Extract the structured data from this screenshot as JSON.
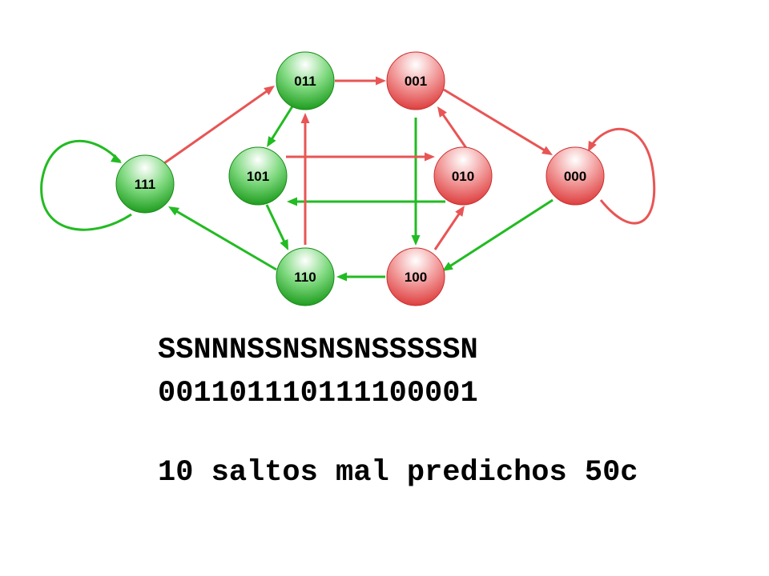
{
  "colors": {
    "green_arrow": "#22bb22",
    "red_arrow": "#e85555",
    "green_node": "#22aa22",
    "red_node": "#e84a4a"
  },
  "nodes": [
    {
      "id": "011",
      "label": "011",
      "color": "green"
    },
    {
      "id": "001",
      "label": "001",
      "color": "red"
    },
    {
      "id": "111",
      "label": "111",
      "color": "green"
    },
    {
      "id": "101",
      "label": "101",
      "color": "green"
    },
    {
      "id": "010",
      "label": "010",
      "color": "red"
    },
    {
      "id": "000",
      "label": "000",
      "color": "red"
    },
    {
      "id": "110",
      "label": "110",
      "color": "green"
    },
    {
      "id": "100",
      "label": "100",
      "color": "red"
    }
  ],
  "edges": [
    {
      "from": "111",
      "to": "011",
      "color": "red"
    },
    {
      "from": "011",
      "to": "001",
      "color": "red"
    },
    {
      "from": "011",
      "to": "101",
      "color": "green"
    },
    {
      "from": "001",
      "to": "000",
      "color": "red"
    },
    {
      "from": "001",
      "to": "100",
      "color": "green"
    },
    {
      "from": "101",
      "to": "010",
      "color": "red"
    },
    {
      "from": "010",
      "to": "101",
      "color": "green"
    },
    {
      "from": "010",
      "to": "001",
      "color": "red"
    },
    {
      "from": "101",
      "to": "110",
      "color": "green"
    },
    {
      "from": "110",
      "to": "011",
      "color": "red"
    },
    {
      "from": "110",
      "to": "111",
      "color": "green"
    },
    {
      "from": "100",
      "to": "110",
      "color": "green"
    },
    {
      "from": "100",
      "to": "010",
      "color": "red"
    },
    {
      "from": "000",
      "to": "100",
      "color": "green"
    },
    {
      "from": "111",
      "to": "111",
      "color": "green"
    },
    {
      "from": "000",
      "to": "000",
      "color": "red"
    }
  ],
  "text": {
    "sequence": "SSNNNSSNSNSNSSSSSN",
    "bits": "001101110111100001",
    "summary": "10 saltos mal predichos 50c"
  }
}
